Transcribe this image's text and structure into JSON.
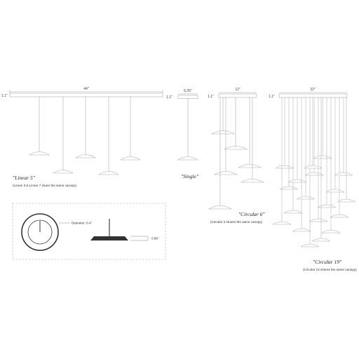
{
  "labels": {
    "linear5_width": "44\"",
    "linear5_canopy_h": "1.1\"",
    "single_width": "6.25\"",
    "single_canopy_h": "1.1\"",
    "circ6_width": "12\"",
    "circ6_canopy_h": "1.1\"",
    "circ19_width": "22\"",
    "circ19_canopy_h": "1.1\"",
    "linear5_name": "\"Linear 5\"",
    "linear5_note": "(Linear 3 & Linear 7 share the same canopy)",
    "single_name": "\"Single\"",
    "circ6_name": "\"Circular 6\"",
    "circ6_note": "(Circular 3 shares the same canopy)",
    "circ19_name": "\"Circular 19\"",
    "circ19_note": "(Circular 13 shares the same canopy)",
    "diameter": "Diameter: 6.4\"",
    "height": "0.89\""
  }
}
